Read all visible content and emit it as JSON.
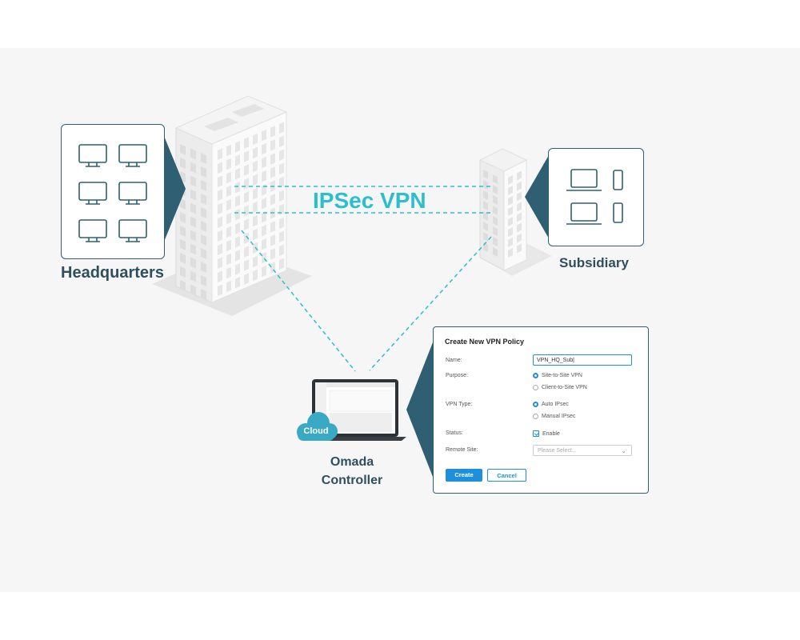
{
  "vpn_label": "IPSec VPN",
  "headquarters_label": "Headquarters",
  "subsidiary_label": "Subsidiary",
  "controller": {
    "line1": "Omada",
    "line2": "Controller",
    "cloud_label": "Cloud"
  },
  "dialog": {
    "title": "Create New VPN Policy",
    "name_label": "Name:",
    "name_value": "VPN_HQ_Sub|",
    "purpose_label": "Purpose:",
    "purpose_options": [
      "Site-to-Site VPN",
      "Client-to-Site VPN"
    ],
    "purpose_selected": "Site-to-Site VPN",
    "vpn_type_label": "VPN Type:",
    "vpn_type_options": [
      "Auto IPsec",
      "Manual IPsec"
    ],
    "vpn_type_selected": "Auto IPsec",
    "status_label": "Status:",
    "status_option": "Enable",
    "status_checked": true,
    "remote_site_label": "Remote Site:",
    "remote_site_placeholder": "Please Select...",
    "create_button": "Create",
    "cancel_button": "Cancel"
  },
  "colors": {
    "accent": "#2bbfcc",
    "dark_teal": "#2f5f73",
    "primary_button": "#1e8fdc"
  }
}
